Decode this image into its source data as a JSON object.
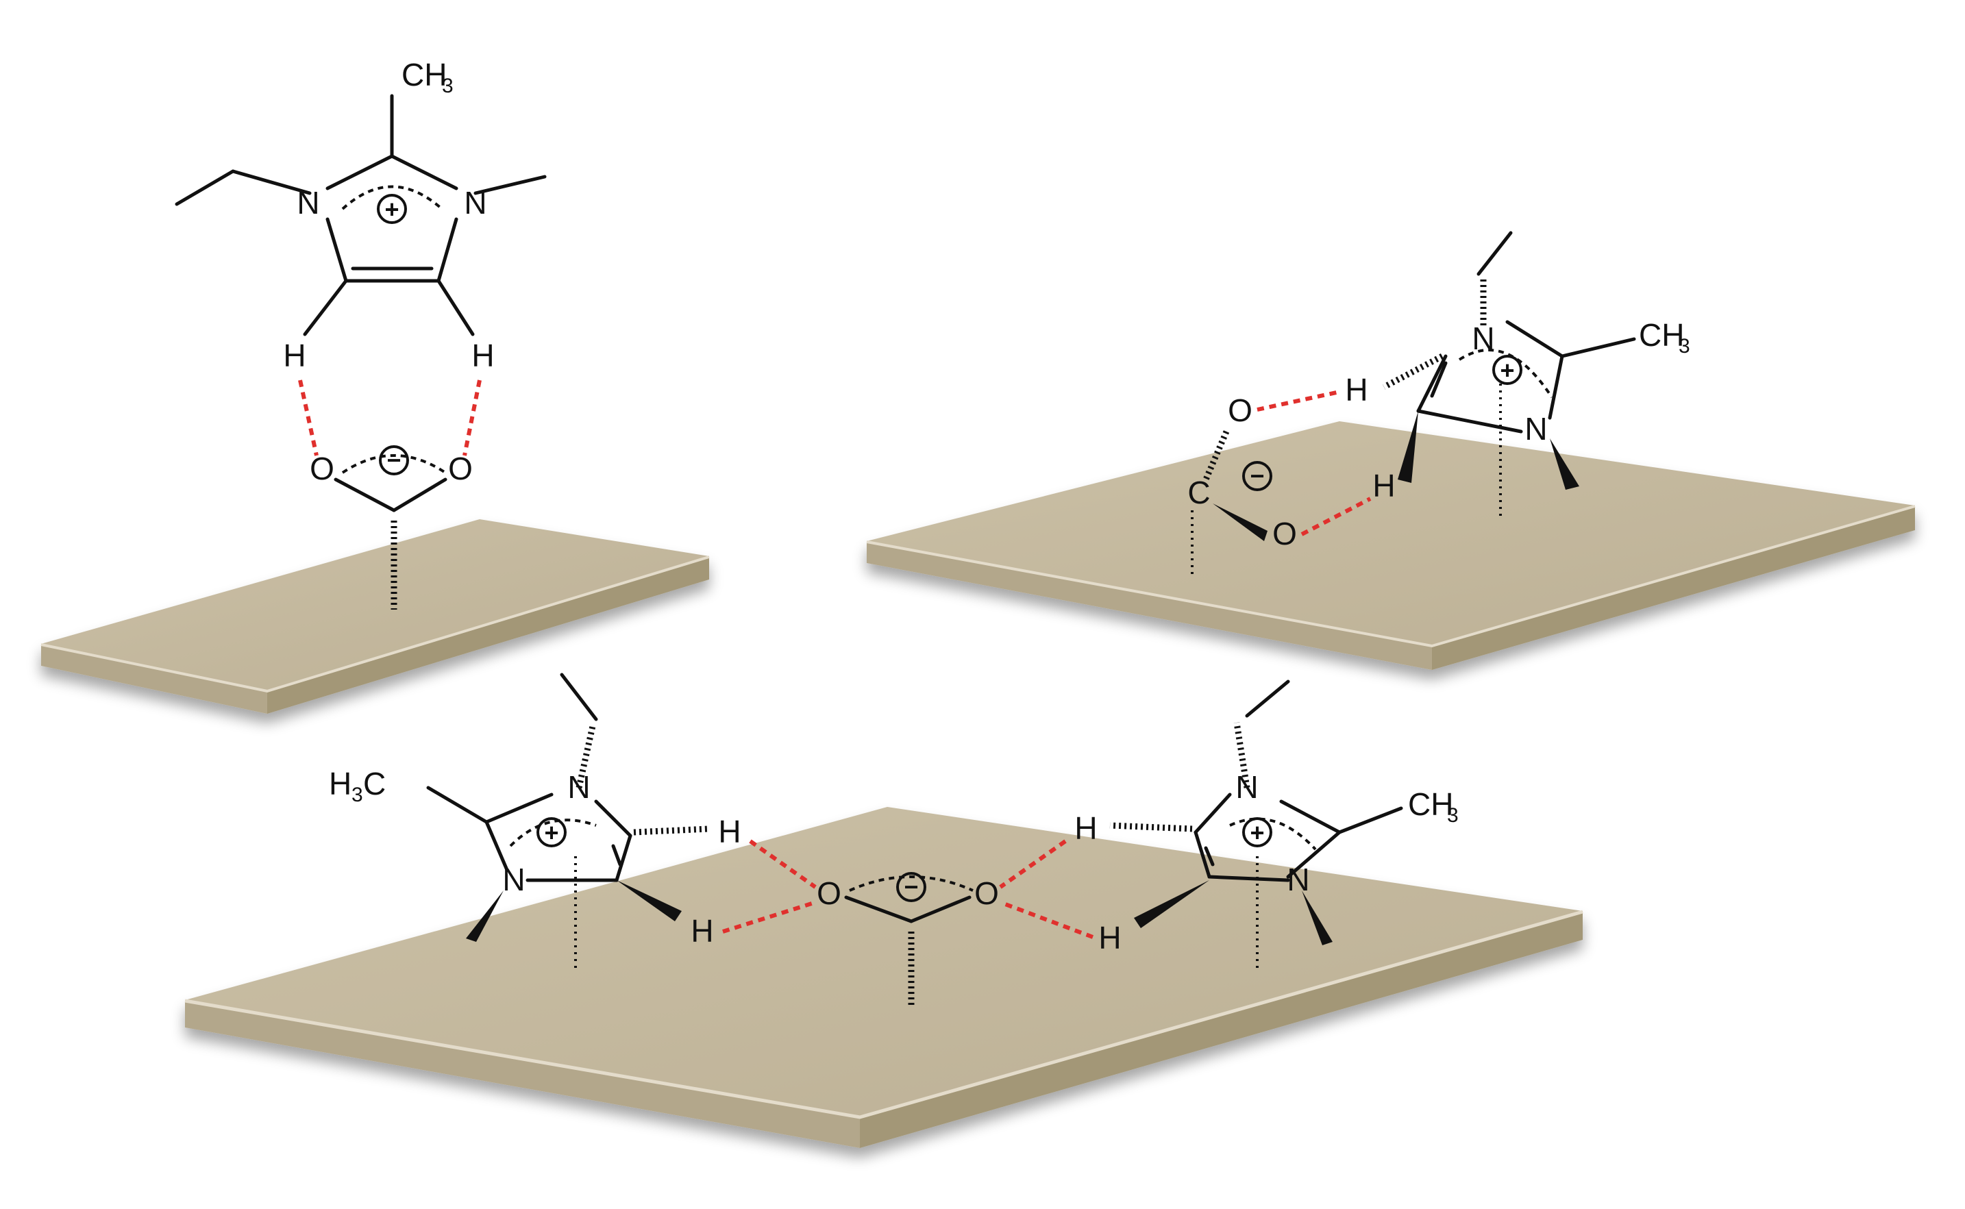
{
  "colors": {
    "slab_top": "#c2b69b",
    "slab_front": "#b3a78b",
    "slab_side": "#a39777",
    "slab_highlight": "#e4dccb",
    "bond": "#111111",
    "hbond": "#e0302d"
  },
  "labels": {
    "nitrogen": "N",
    "oxygen": "O",
    "hydrogen": "H",
    "carbon": "C",
    "methyl_c": "CH",
    "methyl_left_h": "H",
    "methyl_left_c": "C",
    "methyl_sub": "3",
    "plus": "+",
    "minus": "−"
  }
}
